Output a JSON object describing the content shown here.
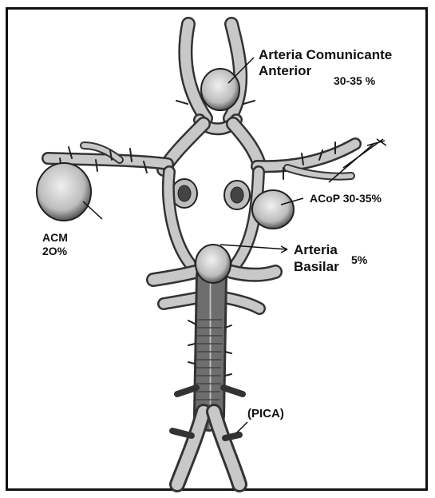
{
  "labels": {
    "acom_line1": "Arteria Comunicante",
    "acom_line2": "Anterior",
    "acom_pct": "30-35 %",
    "acop": "ACoP 30-35%",
    "acm_name": "ACM",
    "acm_pct": "2O%",
    "basilar_line1": "Arteria",
    "basilar_line2": "Basilar",
    "basilar_pct": "5%",
    "pica": "(PICA)"
  },
  "colors": {
    "ink": "#111111",
    "vessel_fill": "#bdbdbd",
    "vessel_shade": "#6e6e6e",
    "aneurysm_fill": "#d9d9d9",
    "background": "#ffffff"
  }
}
